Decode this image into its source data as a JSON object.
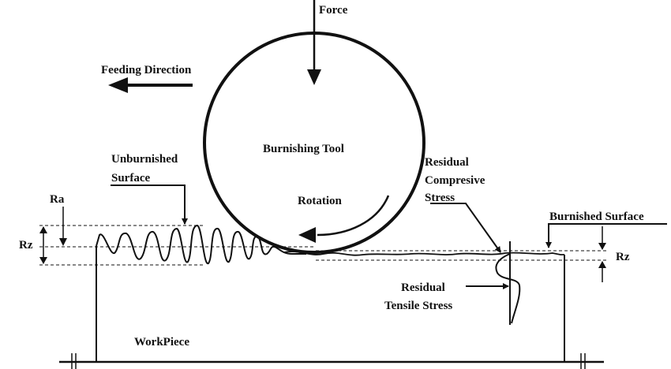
{
  "labels": {
    "force": "Force",
    "feeding_direction": "Feeding Direction",
    "burnishing_tool": "Burnishing Tool",
    "rotation": "Rotation",
    "unburnished_line1": "Unburnished",
    "unburnished_line2": "Surface",
    "ra": "Ra",
    "rz_left": "Rz",
    "rz_right": "Rz",
    "residual_compressive_line1": "Residual",
    "residual_compressive_line2": "Compresive",
    "residual_compressive_line3": "Stress",
    "burnished_surface": "Burnished Surface",
    "residual_tensile_line1": "Residual",
    "residual_tensile_line2": "Tensile Stress",
    "workpiece": "WorkPiece"
  },
  "colors": {
    "ink": "#111111",
    "background": "#ffffff"
  }
}
